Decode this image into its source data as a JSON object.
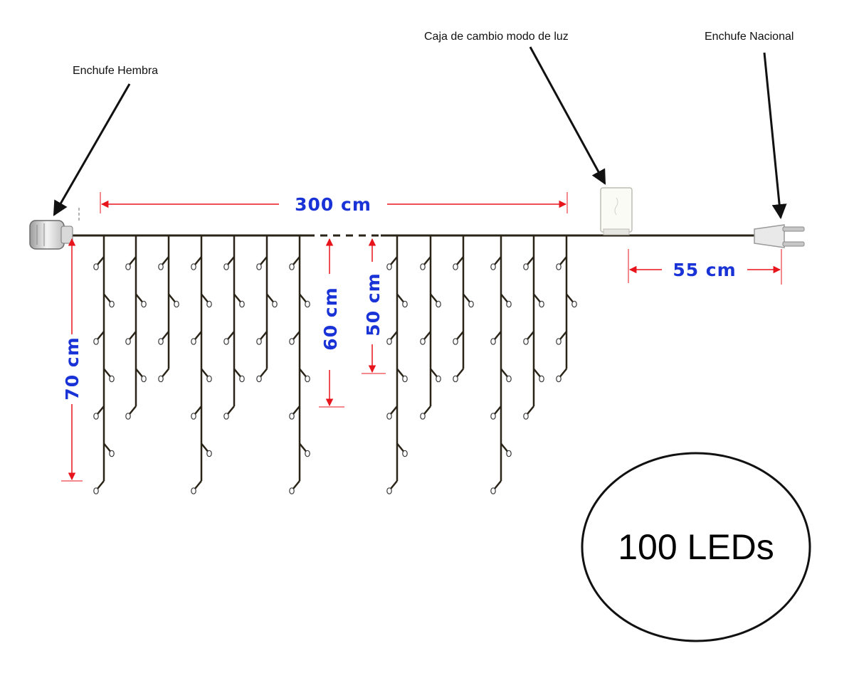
{
  "callouts": {
    "female_plug": "Enchufe Hembra",
    "control_box": "Caja de cambio  modo de luz",
    "national_plug": "Enchufe Nacional"
  },
  "dimensions": {
    "total_length": "300 cm",
    "lead_cable": "55 cm",
    "long_drop": "70 cm",
    "medium_drop": "60 cm",
    "short_drop": "50 cm"
  },
  "badge": {
    "led_count": "100 LEDs"
  },
  "colors": {
    "cable": "#2a2418",
    "dimension_arrow": "#e8141c",
    "dimension_text": "#1a33d6",
    "led": "#ffffff"
  }
}
